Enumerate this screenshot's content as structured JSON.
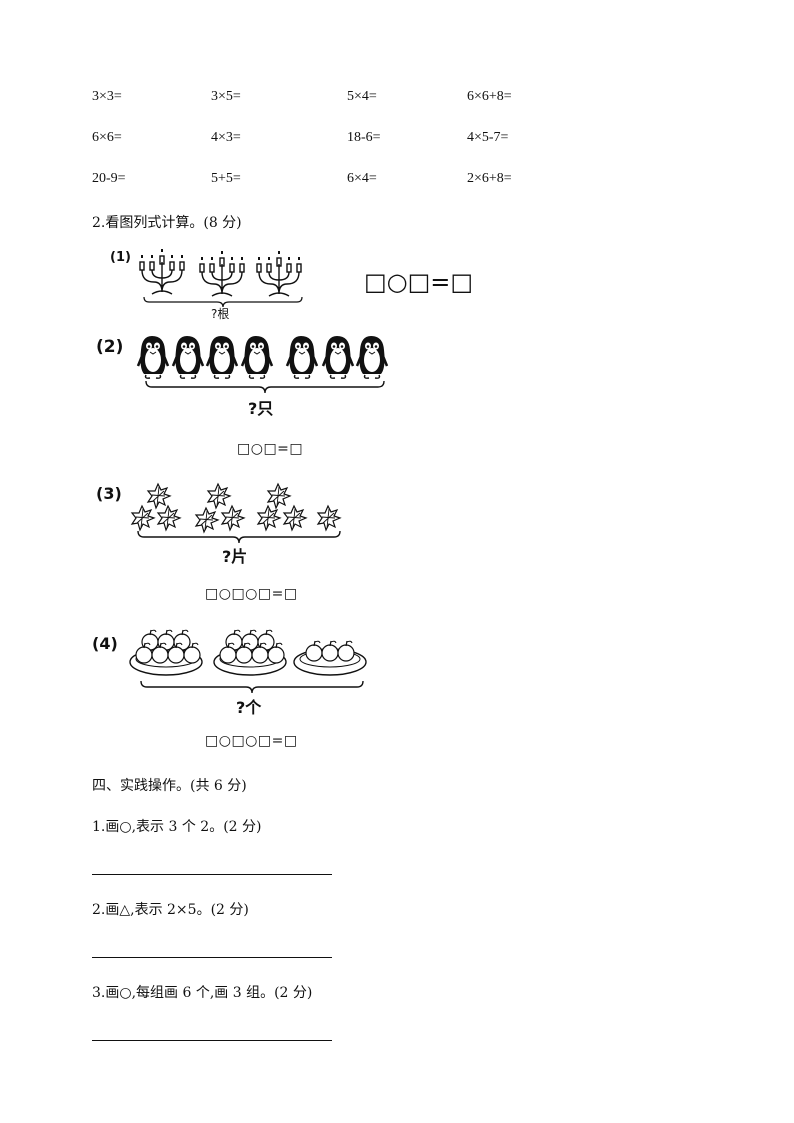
{
  "equations": [
    [
      "3×3=",
      "3×5=",
      "5×4=",
      "6×6+8="
    ],
    [
      "6×6=",
      "4×3=",
      "18-6=",
      "4×5-7="
    ],
    [
      "20-9=",
      "5+5=",
      "6×4=",
      "2×6+8="
    ]
  ],
  "section2": {
    "title": "2.看图列式计算。(8 分)",
    "problems": [
      {
        "label": "(1)",
        "question": "?根",
        "formula": "□○□=□"
      },
      {
        "label": "(2)",
        "question": "?只",
        "formula": "□○□=□"
      },
      {
        "label": "(3)",
        "question": "?片",
        "formula": "□○□○□=□"
      },
      {
        "label": "(4)",
        "question": "?个",
        "formula": "□○□○□=□"
      }
    ]
  },
  "section4": {
    "title": "四、实践操作。(共 6 分)",
    "tasks": [
      "1.画○,表示 3 个 2。(2 分)",
      "2.画△,表示 2×5。(2 分)",
      "3.画○,每组画 6 个,画 3 组。(2 分)"
    ]
  }
}
